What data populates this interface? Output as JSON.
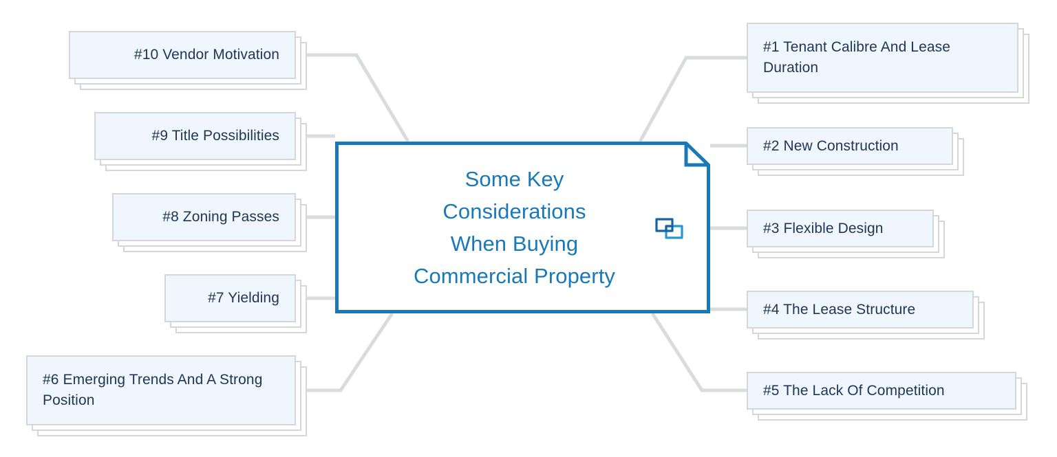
{
  "diagram": {
    "type": "mind-map",
    "center": {
      "title": "Some Key\nConsiderations\nWhen Buying\nCommercial Property",
      "icon": "duplicate-icon",
      "border_color": "#1979b8",
      "text_color": "#1979b8",
      "fill_color": "#ffffff"
    },
    "branch_style": {
      "line_color": "#d9dbdd",
      "card_fill": "#eff6fd",
      "card_border": "#d4d6d8",
      "card_text": "#1f3550"
    },
    "nodes": [
      {
        "id": "n1",
        "label": "#1 Tenant Calibre And Lease Duration",
        "side": "right"
      },
      {
        "id": "n2",
        "label": "#2 New Construction",
        "side": "right"
      },
      {
        "id": "n3",
        "label": "#3 Flexible Design",
        "side": "right"
      },
      {
        "id": "n4",
        "label": "#4 The Lease Structure",
        "side": "right"
      },
      {
        "id": "n5",
        "label": "#5 The Lack Of Competition",
        "side": "right"
      },
      {
        "id": "n6",
        "label": "#6 Emerging Trends And A Strong Position",
        "side": "left"
      },
      {
        "id": "n7",
        "label": "#7 Yielding",
        "side": "left"
      },
      {
        "id": "n8",
        "label": "#8 Zoning Passes",
        "side": "left"
      },
      {
        "id": "n9",
        "label": "#9 Title Possibilities",
        "side": "left"
      },
      {
        "id": "n10",
        "label": "#10 Vendor Motivation",
        "side": "left"
      }
    ]
  }
}
